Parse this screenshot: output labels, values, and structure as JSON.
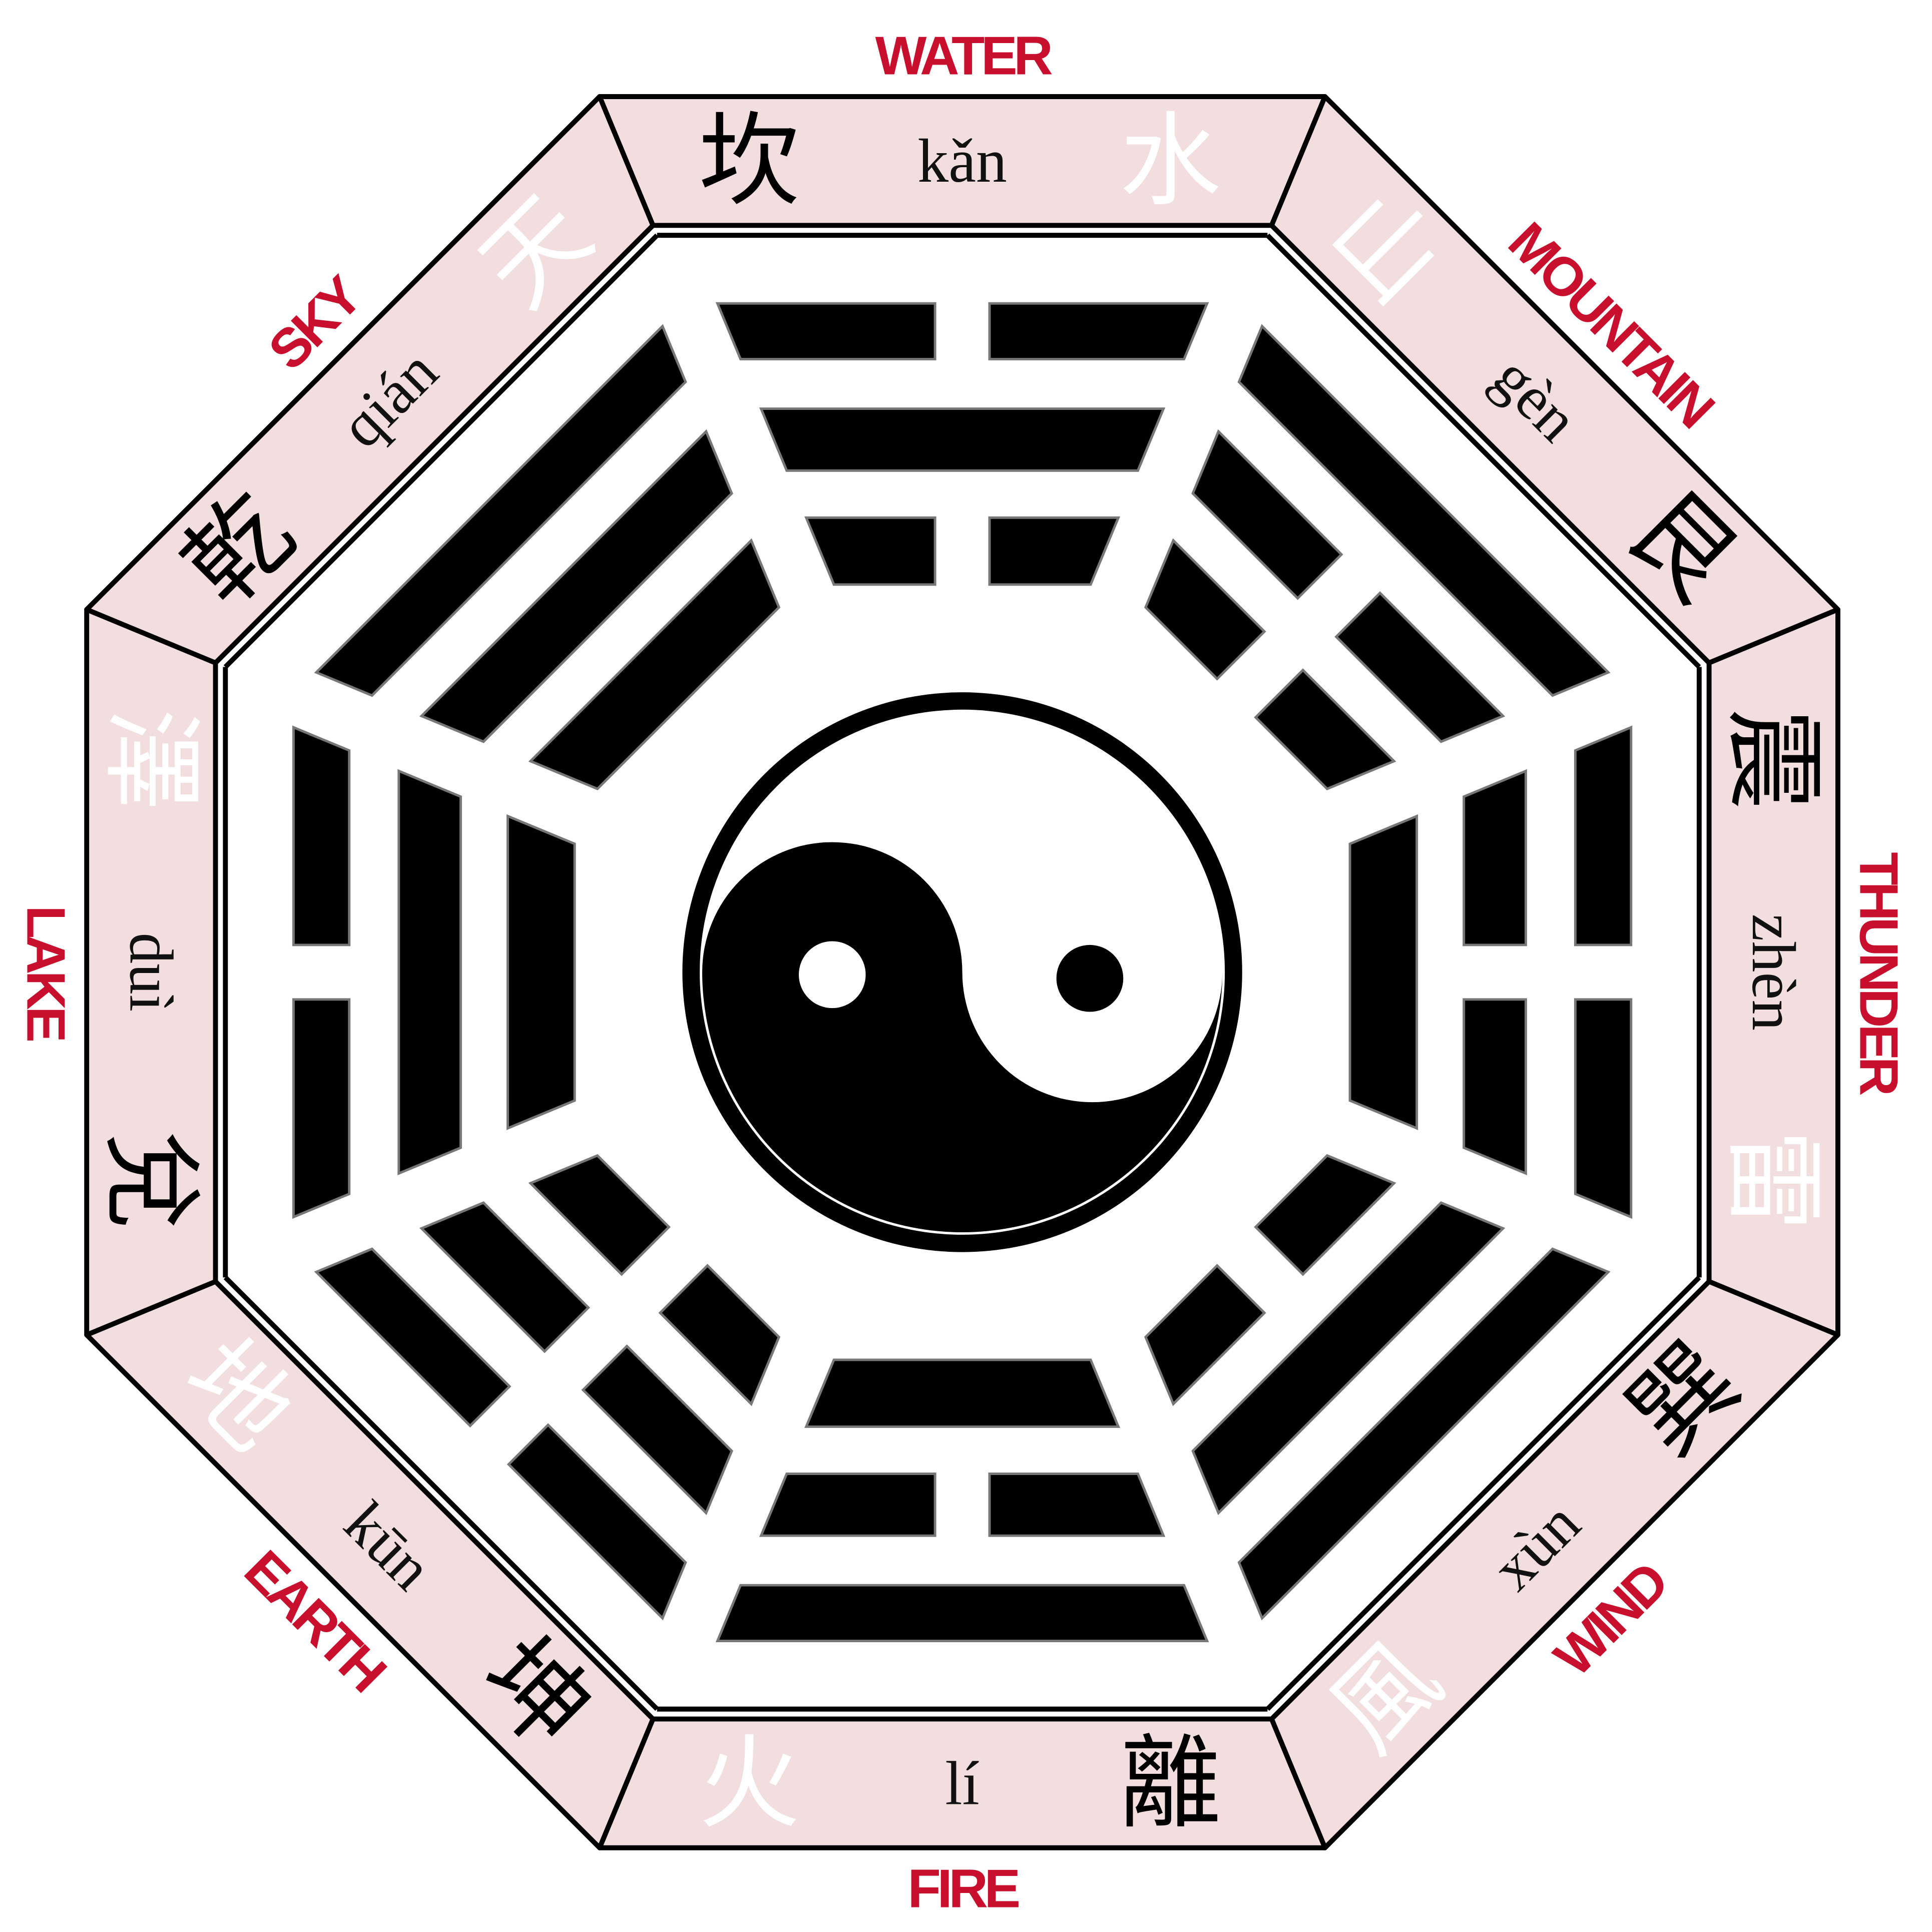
{
  "colors": {
    "band": "#f2dede",
    "label": "#c8102e",
    "ink": "#000000",
    "paper": "#ffffff"
  },
  "segments": [
    {
      "direction": "top",
      "angle": 0,
      "element": "WATER",
      "pinyin": "kǎn",
      "black_char": "坎",
      "white_char": "水",
      "order": [
        "black",
        "pinyin",
        "white"
      ],
      "lines": [
        "broken",
        "solid",
        "broken"
      ]
    },
    {
      "direction": "top-right",
      "angle": 45,
      "element": "MOUNTAIN",
      "pinyin": "gèn",
      "black_char": "艮",
      "white_char": "山",
      "order": [
        "white",
        "pinyin",
        "black"
      ],
      "lines": [
        "solid",
        "broken",
        "broken"
      ]
    },
    {
      "direction": "right",
      "angle": 90,
      "element": "THUNDER",
      "pinyin": "zhèn",
      "black_char": "震",
      "white_char": "雷",
      "order": [
        "black",
        "pinyin",
        "white"
      ],
      "lines": [
        "broken",
        "broken",
        "solid"
      ]
    },
    {
      "direction": "bottom-right",
      "angle": 135,
      "element": "WIND",
      "pinyin": "xùn",
      "black_char": "巽",
      "white_char": "風",
      "order": [
        "white",
        "pinyin",
        "black"
      ],
      "lines": [
        "solid",
        "solid",
        "broken"
      ]
    },
    {
      "direction": "bottom",
      "angle": 180,
      "element": "FIRE",
      "pinyin": "lí",
      "black_char": "離",
      "white_char": "火",
      "order": [
        "white",
        "pinyin",
        "black"
      ],
      "lines": [
        "solid",
        "broken",
        "solid"
      ]
    },
    {
      "direction": "bottom-left",
      "angle": 225,
      "element": "EARTH",
      "pinyin": "kūn",
      "black_char": "坤",
      "white_char": "地",
      "order": [
        "white",
        "pinyin",
        "black"
      ],
      "lines": [
        "broken",
        "broken",
        "broken"
      ]
    },
    {
      "direction": "left",
      "angle": 270,
      "element": "LAKE",
      "pinyin": "duì",
      "black_char": "兌",
      "white_char": "澤",
      "order": [
        "white",
        "pinyin",
        "black"
      ],
      "lines": [
        "broken",
        "solid",
        "solid"
      ]
    },
    {
      "direction": "top-left",
      "angle": 315,
      "element": "SKY",
      "pinyin": "qián",
      "black_char": "乾",
      "white_char": "天",
      "order": [
        "black",
        "pinyin",
        "white"
      ],
      "lines": [
        "solid",
        "solid",
        "solid"
      ]
    }
  ],
  "center": {
    "symbol": "yin-yang-icon"
  }
}
